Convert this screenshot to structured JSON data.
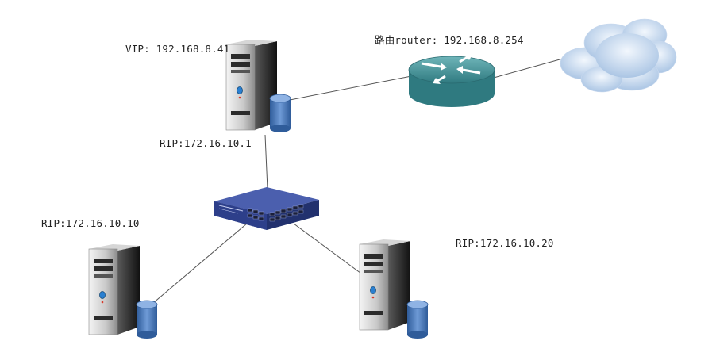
{
  "labels": {
    "vip": "VIP: 192.168.8.41",
    "router": "路由router: 192.168.8.254",
    "rip_director": "RIP:172.16.10.1",
    "rip_server1": "RIP:172.16.10.10",
    "rip_server2": "RIP:172.16.10.20"
  },
  "colors": {
    "link": "#555555",
    "server_body": "#2b2b2b",
    "disk": "#4f7fbf",
    "router": "#3f8f93",
    "switch": "#2d3f8a",
    "cloud": "#b9cde6"
  },
  "icons": [
    "director-server-icon",
    "router-icon",
    "cloud-icon",
    "switch-icon",
    "real-server-icon"
  ]
}
